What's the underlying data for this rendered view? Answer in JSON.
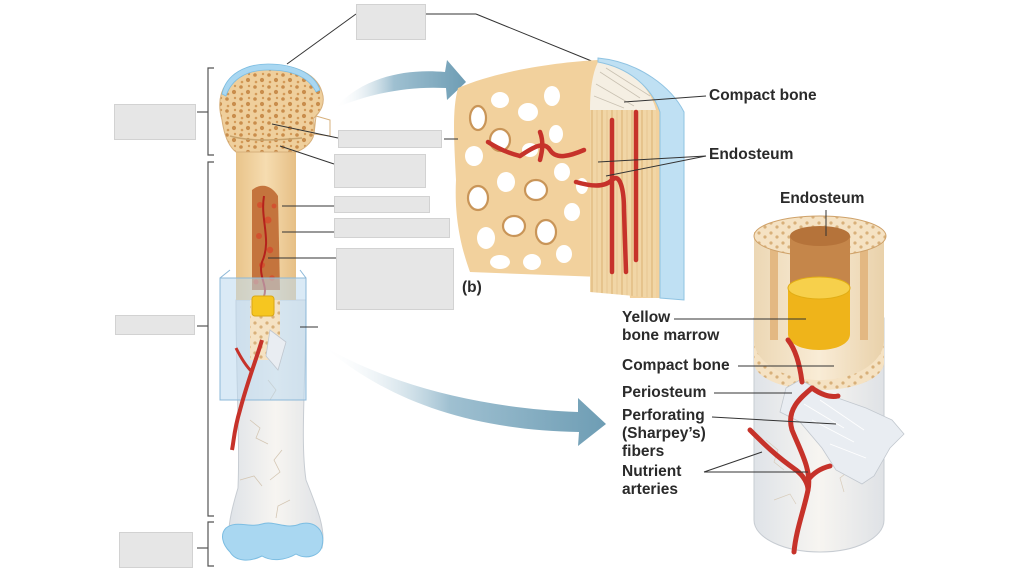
{
  "panel_labels": {
    "b": "(b)"
  },
  "labels": {
    "compact_bone_top": "Compact bone",
    "endosteum_top": "Endosteum",
    "endosteum_right": "Endosteum",
    "yellow_marrow_1": "Yellow",
    "yellow_marrow_2": "bone marrow",
    "compact_bone_right": "Compact bone",
    "periosteum": "Periosteum",
    "perforating_1": "Perforating",
    "perforating_2": "(Sharpey’s)",
    "perforating_3": "fibers",
    "nutrient_1": "Nutrient",
    "nutrient_2": "arteries"
  },
  "colors": {
    "bone": "#f3d6a8",
    "bone_dark": "#d99e55",
    "cartilage": "#8cc8ea",
    "artery": "#c6322a",
    "marrow_yellow": "#f7c51b",
    "periosteum": "#eef1f4",
    "arrow": "#7fa9be",
    "label_text": "#2a2a2a",
    "mask_box": "#e6e6e6"
  }
}
